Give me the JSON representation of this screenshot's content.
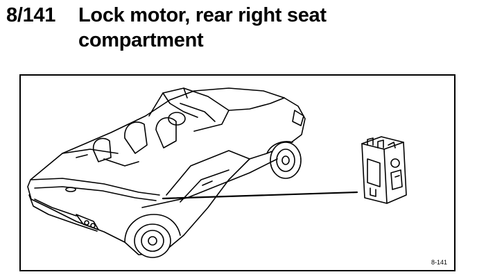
{
  "header": {
    "ref_number": "8/141",
    "title_line1": "Lock motor, rear right seat",
    "title_line2": "compartment"
  },
  "figure": {
    "figure_id": "8-141",
    "illustration_subject": "car-with-lock-motor-icon",
    "line_color": "#000000",
    "background_color": "#ffffff"
  }
}
